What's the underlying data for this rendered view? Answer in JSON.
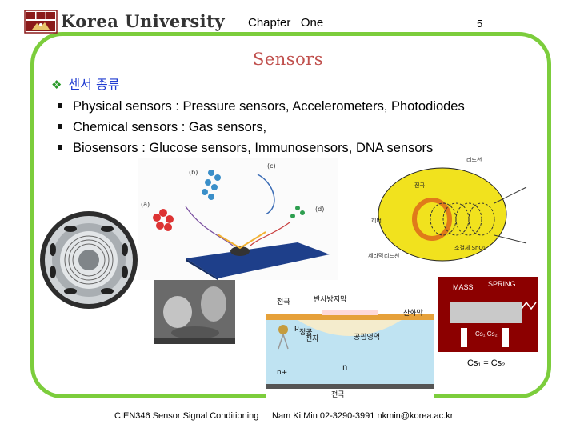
{
  "header": {
    "university": "Korea University",
    "chapter": "Chapter   One",
    "page_number": "5"
  },
  "slide": {
    "title": "Sensors",
    "korean_heading": "센서 종류",
    "bullets": [
      "Physical sensors  : Pressure sensors, Accelerometers, Photodiodes",
      "Chemical sensors : Gas sensors,",
      "Biosensors : Glucose sensors, Immunosensors, DNA sensors"
    ]
  },
  "figures": {
    "biosensor_labels": [
      "(a)",
      "(b)",
      "(c)",
      "(d)"
    ],
    "gas_sensor_labels": [
      "리드선",
      "히터",
      "세라믹",
      "리드선",
      "전극",
      "소결체 SnO₂"
    ],
    "accelerometer": {
      "mass": "MASS",
      "spring": "SPRING",
      "cap": "Cs₁ Cs₂",
      "equation": "Cs₁ = Cs₂"
    },
    "photodiode": {
      "electrode_top": "전극",
      "antireflection": "반사방지막",
      "oxide": "산화막",
      "hole": "정공",
      "electron": "전자",
      "depletion": "공핍영역",
      "n": "n",
      "nplus": "n+",
      "p": "p",
      "electrode_bottom": "전극"
    }
  },
  "footer": {
    "course": "CIEN346  Sensor Signal Conditioning",
    "instructor": "Nam Ki Min   02-3290-3991  nkmin@korea.ac.kr"
  }
}
